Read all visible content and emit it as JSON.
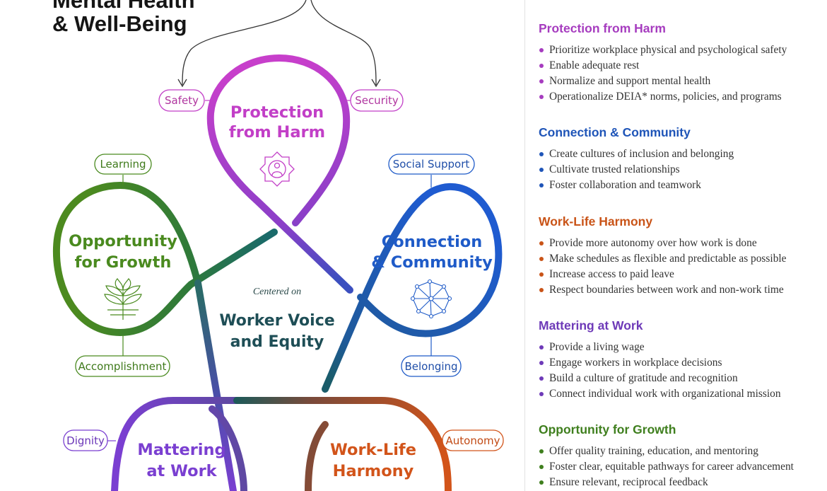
{
  "diagram": {
    "title_lines": [
      "Mental Health",
      "& Well-Being"
    ],
    "center": {
      "line0": "Centered on",
      "line1": "Worker Voice",
      "line2": "and Equity"
    },
    "loops": [
      {
        "id": "protection",
        "lines": [
          "Protection",
          "from Harm"
        ],
        "color": "#c23fc7"
      },
      {
        "id": "connection",
        "lines": [
          "Connection",
          "& Community"
        ],
        "color": "#1f5bc8"
      },
      {
        "id": "growth",
        "lines": [
          "Opportunity",
          "for Growth"
        ],
        "color": "#4a8a1f"
      },
      {
        "id": "mattering",
        "lines": [
          "Mattering",
          "at Work"
        ],
        "color": "#7a3fd1"
      },
      {
        "id": "harmony",
        "lines": [
          "Work-Life",
          "Harmony"
        ],
        "color": "#d2541a"
      }
    ],
    "tags": {
      "safety": "Safety",
      "security": "Security",
      "learning": "Learning",
      "social_support": "Social Support",
      "accomplishment": "Accomplishment",
      "belonging": "Belonging",
      "dignity": "Dignity",
      "autonomy": "Autonomy"
    },
    "icons": [
      "shield-person-icon",
      "network-icon",
      "plant-icon"
    ]
  },
  "sections": [
    {
      "title": "Protection from Harm",
      "color": "#a63cbf",
      "items": [
        "Prioritize workplace physical and psychological safety",
        "Enable adequate rest",
        "Normalize and support mental health",
        "Operationalize DEIA* norms, policies, and programs"
      ]
    },
    {
      "title": "Connection & Community",
      "color": "#1f55b8",
      "items": [
        "Create cultures of inclusion and belonging",
        "Cultivate trusted relationships",
        "Foster collaboration and teamwork"
      ]
    },
    {
      "title": "Work-Life Harmony",
      "color": "#c95418",
      "items": [
        "Provide more autonomy over how work is done",
        "Make schedules as flexible and predictable as possible",
        "Increase access to paid leave",
        "Respect boundaries between work and non-work time"
      ]
    },
    {
      "title": "Mattering at Work",
      "color": "#6e3ab8",
      "items": [
        "Provide a living wage",
        "Engage workers in workplace decisions",
        "Build a culture of gratitude and recognition",
        "Connect individual work with organizational mission"
      ]
    },
    {
      "title": "Opportunity for Growth",
      "color": "#3f7f1e",
      "items": [
        "Offer quality training, education, and mentoring",
        "Foster clear, equitable pathways for career advancement",
        "Ensure relevant, reciprocal feedback"
      ]
    }
  ]
}
